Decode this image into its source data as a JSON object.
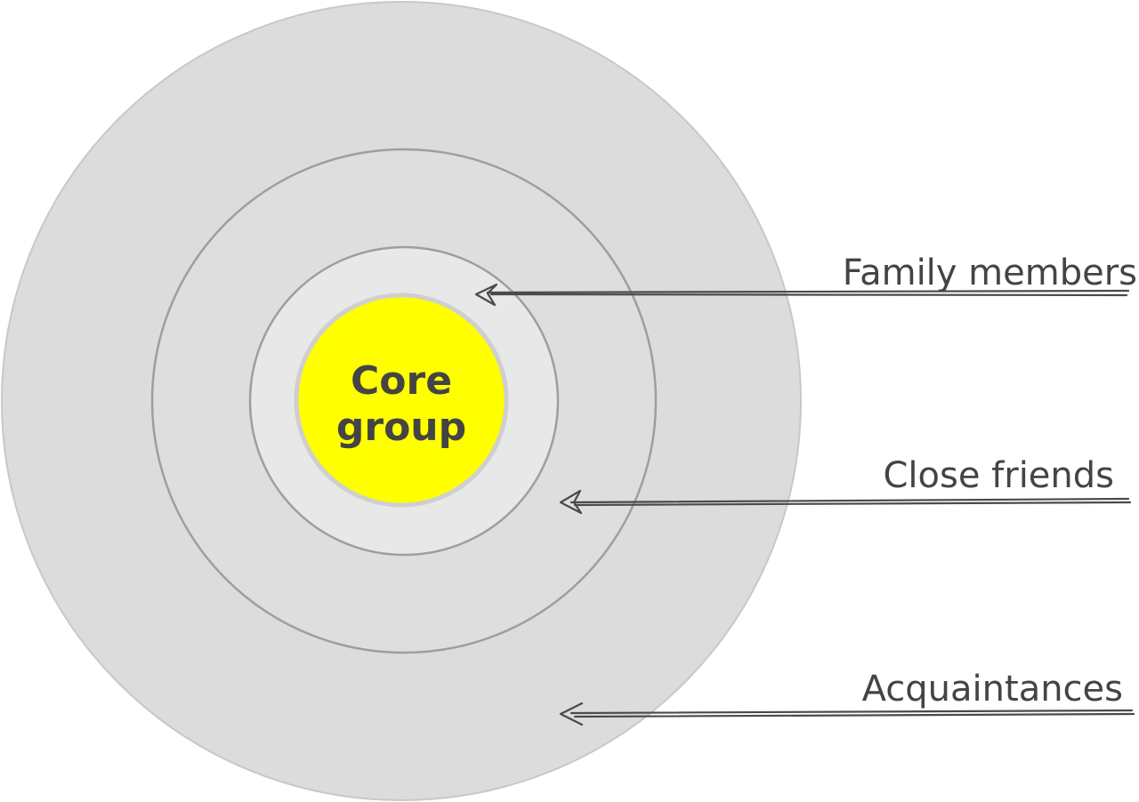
{
  "core": {
    "line1": "Core",
    "line2": "group"
  },
  "labels": {
    "family": "Family members",
    "close_friends": "Close friends",
    "acquaintances": "Acquaintances"
  },
  "colors": {
    "outer_ring": "#dcdcdc",
    "middle_ring": "#dedede",
    "inner_ring": "#e8e8e8",
    "core": "#ffff00",
    "ring_stroke": "#9e9e9e",
    "text": "#444444"
  }
}
